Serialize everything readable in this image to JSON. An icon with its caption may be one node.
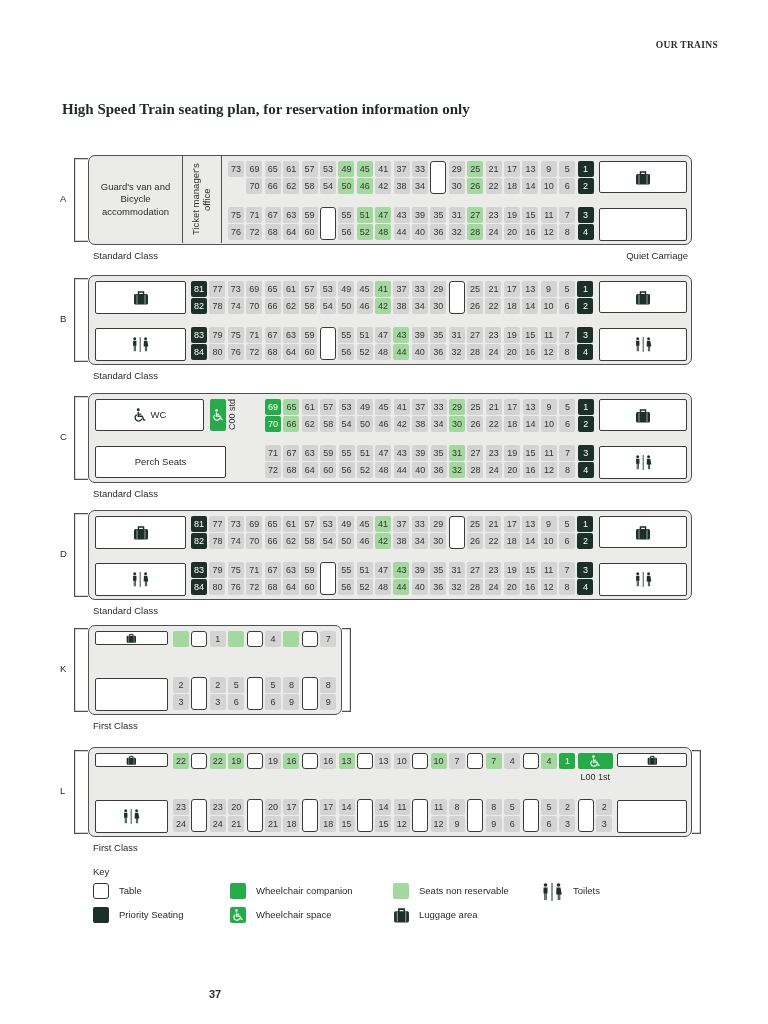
{
  "diagram": {
    "title": "High Speed Train seating plan, for reservation information only",
    "nodes": [
      {
        "text": [],
        "shape": "box",
        "beside": [
          "A",
          "Standard Class",
          "Quiet Carriage"
        ]
      },
      {
        "text": [
          "Guard's van and Bicycle accommodation"
        ],
        "in": 0
      },
      {
        "text": [
          "Ticket manager's office"
        ],
        "in": 0
      },
      {
        "text": [
          "73"
        ],
        "in": 0
      },
      {
        "text": [
          "69"
        ],
        "in": 0
      },
      {
        "text": [
          "65"
        ],
        "in": 0
      },
      {
        "text": [
          "61"
        ],
        "in": 0
      },
      {
        "text": [
          "57"
        ],
        "in": 0
      },
      {
        "text": [
          "53"
        ],
        "in": 0
      },
      {
        "text": [
          "49"
        ],
        "in": 0
      },
      {
        "text": [
          "45"
        ],
        "in": 0
      },
      {
        "text": [
          "41"
        ],
        "in": 0
      },
      {
        "text": [
          "37"
        ],
        "in": 0
      },
      {
        "text": [
          "33"
        ],
        "in": 0
      },
      {
        "text": [],
        "shape": "box",
        "in": 0
      },
      {
        "text": [
          "29"
        ],
        "in": 0
      },
      {
        "text": [
          "25"
        ],
        "in": 0
      },
      {
        "text": [
          "21"
        ],
        "in": 0
      },
      {
        "text": [
          "17"
        ],
        "in": 0
      },
      {
        "text": [
          "13"
        ],
        "in": 0
      },
      {
        "text": [
          "9"
        ],
        "in": 0
      },
      {
        "text": [
          "5"
        ],
        "in": 0
      },
      {
        "text": [
          "1"
        ],
        "in": 0
      },
      {
        "text": [
          "70"
        ],
        "in": 0
      },
      {
        "text": [
          "66"
        ],
        "in": 0
      },
      {
        "text": [
          "62"
        ],
        "in": 0
      },
      {
        "text": [
          "58"
        ],
        "in": 0
      },
      {
        "text": [
          "54"
        ],
        "in": 0
      },
      {
        "text": [
          "50"
        ],
        "in": 0
      },
      {
        "text": [
          "46"
        ],
        "in": 0
      },
      {
        "text": [
          "42"
        ],
        "in": 0
      },
      {
        "text": [
          "38"
        ],
        "in": 0
      },
      {
        "text": [
          "34"
        ],
        "in": 0
      },
      {
        "text": [
          "30"
        ],
        "in": 0
      },
      {
        "text": [
          "26"
        ],
        "in": 0
      },
      {
        "text": [
          "22"
        ],
        "in": 0
      },
      {
        "text": [
          "18"
        ],
        "in": 0
      },
      {
        "text": [
          "14"
        ],
        "in": 0
      },
      {
        "text": [
          "10"
        ],
        "in": 0
      },
      {
        "text": [
          "6"
        ],
        "in": 0
      },
      {
        "text": [
          "2"
        ],
        "in": 0
      },
      {
        "text": [
          "75"
        ],
        "in": 0
      },
      {
        "text": [
          "71"
        ],
        "in": 0
      },
      {
        "text": [
          "67"
        ],
        "in": 0
      },
      {
        "text": [
          "63"
        ],
        "in": 0
      },
      {
        "text": [
          "59"
        ],
        "in": 0
      },
      {
        "text": [],
        "shape": "box",
        "in": 0
      },
      {
        "text": [
          "55"
        ],
        "in": 0
      },
      {
        "text": [
          "51"
        ],
        "in": 0
      },
      {
        "text": [
          "47"
        ],
        "in": 0
      },
      {
        "text": [
          "43"
        ],
        "in": 0
      },
      {
        "text": [
          "39"
        ],
        "in": 0
      },
      {
        "text": [
          "35"
        ],
        "in": 0
      },
      {
        "text": [
          "31"
        ],
        "in": 0
      },
      {
        "text": [
          "27"
        ],
        "in": 0
      },
      {
        "text": [
          "23"
        ],
        "in": 0
      },
      {
        "text": [
          "19"
        ],
        "in": 0
      },
      {
        "text": [
          "15"
        ],
        "in": 0
      },
      {
        "text": [
          "11"
        ],
        "in": 0
      },
      {
        "text": [
          "7"
        ],
        "in": 0
      },
      {
        "text": [
          "3"
        ],
        "in": 0
      },
      {
        "text": [
          "76"
        ],
        "in": 0
      },
      {
        "text": [
          "72"
        ],
        "in": 0
      },
      {
        "text": [
          "68"
        ],
        "in": 0
      },
      {
        "text": [
          "64"
        ],
        "in": 0
      },
      {
        "text": [
          "60"
        ],
        "in": 0
      },
      {
        "text": [
          "56"
        ],
        "in": 0
      },
      {
        "text": [
          "52"
        ],
        "in": 0
      },
      {
        "text": [
          "48"
        ],
        "in": 0
      },
      {
        "text": [
          "44"
        ],
        "in": 0
      },
      {
        "text": [
          "40"
        ],
        "in": 0
      },
      {
        "text": [
          "36"
        ],
        "in": 0
      },
      {
        "text": [
          "32"
        ],
        "in": 0
      },
      {
        "text": [
          "28"
        ],
        "in": 0
      },
      {
        "text": [
          "24"
        ],
        "in": 0
      },
      {
        "text": [
          "20"
        ],
        "in": 0
      },
      {
        "text": [
          "16"
        ],
        "in": 0
      },
      {
        "text": [
          "12"
        ],
        "in": 0
      },
      {
        "text": [
          "8"
        ],
        "in": 0
      },
      {
        "text": [
          "4"
        ],
        "in": 0
      },
      {
        "text": [],
        "shape": "box",
        "in": 0
      },
      {
        "text": [],
        "shape": "box",
        "in": 0
      },
      {
        "text": [],
        "shape": "box",
        "beside": [
          "B",
          "Standard Class"
        ]
      },
      {
        "text": [],
        "shape": "box",
        "in": 82
      },
      {
        "text": [],
        "shape": "box",
        "in": 82
      },
      {
        "text": [
          "81"
        ],
        "in": 82
      },
      {
        "text": [
          "77"
        ],
        "in": 82
      },
      {
        "text": [
          "73"
        ],
        "in": 82
      },
      {
        "text": [
          "69"
        ],
        "in": 82
      },
      {
        "text": [
          "65"
        ],
        "in": 82
      },
      {
        "text": [
          "61"
        ],
        "in": 82
      },
      {
        "text": [
          "57"
        ],
        "in": 82
      },
      {
        "text": [
          "53"
        ],
        "in": 82
      },
      {
        "text": [
          "49"
        ],
        "in": 82
      },
      {
        "text": [
          "45"
        ],
        "in": 82
      },
      {
        "text": [
          "41"
        ],
        "in": 82
      },
      {
        "text": [
          "37"
        ],
        "in": 82
      },
      {
        "text": [
          "33"
        ],
        "in": 82
      },
      {
        "text": [
          "29"
        ],
        "in": 82
      },
      {
        "text": [],
        "shape": "box",
        "in": 82
      },
      {
        "text": [
          "25"
        ],
        "in": 82
      },
      {
        "text": [
          "21"
        ],
        "in": 82
      },
      {
        "text": [
          "17"
        ],
        "in": 82
      },
      {
        "text": [
          "13"
        ],
        "in": 82
      },
      {
        "text": [
          "9"
        ],
        "in": 82
      },
      {
        "text": [
          "5"
        ],
        "in": 82
      },
      {
        "text": [
          "1"
        ],
        "in": 82
      },
      {
        "text": [
          "82"
        ],
        "in": 82
      },
      {
        "text": [
          "78"
        ],
        "in": 82
      },
      {
        "text": [
          "74"
        ],
        "in": 82
      },
      {
        "text": [
          "70"
        ],
        "in": 82
      },
      {
        "text": [
          "66"
        ],
        "in": 82
      },
      {
        "text": [
          "62"
        ],
        "in": 82
      },
      {
        "text": [
          "58"
        ],
        "in": 82
      },
      {
        "text": [
          "54"
        ],
        "in": 82
      },
      {
        "text": [
          "50"
        ],
        "in": 82
      },
      {
        "text": [
          "46"
        ],
        "in": 82
      },
      {
        "text": [
          "42"
        ],
        "in": 82
      },
      {
        "text": [
          "38"
        ],
        "in": 82
      },
      {
        "text": [
          "34"
        ],
        "in": 82
      },
      {
        "text": [
          "30"
        ],
        "in": 82
      },
      {
        "text": [
          "26"
        ],
        "in": 82
      },
      {
        "text": [
          "22"
        ],
        "in": 82
      },
      {
        "text": [
          "18"
        ],
        "in": 82
      },
      {
        "text": [
          "14"
        ],
        "in": 82
      },
      {
        "text": [
          "10"
        ],
        "in": 82
      },
      {
        "text": [
          "6"
        ],
        "in": 82
      },
      {
        "text": [
          "2"
        ],
        "in": 82
      },
      {
        "text": [
          "83"
        ],
        "in": 82
      },
      {
        "text": [
          "79"
        ],
        "in": 82
      },
      {
        "text": [
          "75"
        ],
        "in": 82
      },
      {
        "text": [
          "71"
        ],
        "in": 82
      },
      {
        "text": [
          "67"
        ],
        "in": 82
      },
      {
        "text": [
          "63"
        ],
        "in": 82
      },
      {
        "text": [
          "59"
        ],
        "in": 82
      },
      {
        "text": [],
        "shape": "box",
        "in": 82
      },
      {
        "text": [
          "55"
        ],
        "in": 82
      },
      {
        "text": [
          "51"
        ],
        "in": 82
      },
      {
        "text": [
          "47"
        ],
        "in": 82
      },
      {
        "text": [
          "43"
        ],
        "in": 82
      },
      {
        "text": [
          "39"
        ],
        "in": 82
      },
      {
        "text": [
          "35"
        ],
        "in": 82
      },
      {
        "text": [
          "31"
        ],
        "in": 82
      },
      {
        "text": [
          "27"
        ],
        "in": 82
      },
      {
        "text": [
          "23"
        ],
        "in": 82
      },
      {
        "text": [
          "19"
        ],
        "in": 82
      },
      {
        "text": [
          "15"
        ],
        "in": 82
      },
      {
        "text": [
          "11"
        ],
        "in": 82
      },
      {
        "text": [
          "7"
        ],
        "in": 82
      },
      {
        "text": [
          "3"
        ],
        "in": 82
      },
      {
        "text": [
          "84"
        ],
        "in": 82
      },
      {
        "text": [
          "80"
        ],
        "in": 82
      },
      {
        "text": [
          "76"
        ],
        "in": 82
      },
      {
        "text": [
          "72"
        ],
        "in": 82
      },
      {
        "text": [
          "68"
        ],
        "in": 82
      },
      {
        "text": [
          "64"
        ],
        "in": 82
      },
      {
        "text": [
          "60"
        ],
        "in": 82
      },
      {
        "text": [
          "56"
        ],
        "in": 82
      },
      {
        "text": [
          "52"
        ],
        "in": 82
      },
      {
        "text": [
          "48"
        ],
        "in": 82
      },
      {
        "text": [
          "44"
        ],
        "in": 82
      },
      {
        "text": [
          "40"
        ],
        "in": 82
      },
      {
        "text": [
          "36"
        ],
        "in": 82
      },
      {
        "text": [
          "32"
        ],
        "in": 82
      },
      {
        "text": [
          "28"
        ],
        "in": 82
      },
      {
        "text": [
          "24"
        ],
        "in": 82
      },
      {
        "text": [
          "20"
        ],
        "in": 82
      },
      {
        "text": [
          "16"
        ],
        "in": 82
      },
      {
        "text": [
          "12"
        ],
        "in": 82
      },
      {
        "text": [
          "8"
        ],
        "in": 82
      },
      {
        "text": [
          "4"
        ],
        "in": 82
      },
      {
        "text": [],
        "shape": "box",
        "in": 82
      },
      {
        "text": [],
        "shape": "box",
        "in": 82
      },
      {
        "text": [],
        "shape": "box",
        "beside": [
          "C",
          "Standard Class"
        ]
      },
      {
        "text": [
          "WC"
        ],
        "in": 173
      },
      {
        "text": [
          "Perch Seats"
        ],
        "in": 173
      },
      {
        "text": [],
        "shape": "box",
        "in": 173,
        "beside": [
          "C00 std"
        ]
      },
      {
        "text": [
          "69"
        ],
        "in": 173
      },
      {
        "text": [
          "65"
        ],
        "in": 173
      },
      {
        "text": [
          "61"
        ],
        "in": 173
      },
      {
        "text": [
          "57"
        ],
        "in": 173
      },
      {
        "text": [
          "53"
        ],
        "in": 173
      },
      {
        "text": [
          "49"
        ],
        "in": 173
      },
      {
        "text": [
          "45"
        ],
        "in": 173
      },
      {
        "text": [
          "41"
        ],
        "in": 173
      },
      {
        "text": [
          "37"
        ],
        "in": 173
      },
      {
        "text": [
          "33"
        ],
        "in": 173
      },
      {
        "text": [
          "29"
        ],
        "in": 173
      },
      {
        "text": [
          "25"
        ],
        "in": 173
      },
      {
        "text": [
          "21"
        ],
        "in": 173
      },
      {
        "text": [
          "17"
        ],
        "in": 173
      },
      {
        "text": [
          "13"
        ],
        "in": 173
      },
      {
        "text": [
          "9"
        ],
        "in": 173
      },
      {
        "text": [
          "5"
        ],
        "in": 173
      },
      {
        "text": [
          "1"
        ],
        "in": 173
      },
      {
        "text": [
          "70"
        ],
        "in": 173
      },
      {
        "text": [
          "66"
        ],
        "in": 173
      },
      {
        "text": [
          "62"
        ],
        "in": 173
      },
      {
        "text": [
          "58"
        ],
        "in": 173
      },
      {
        "text": [
          "54"
        ],
        "in": 173
      },
      {
        "text": [
          "50"
        ],
        "in": 173
      },
      {
        "text": [
          "46"
        ],
        "in": 173
      },
      {
        "text": [
          "42"
        ],
        "in": 173
      },
      {
        "text": [
          "38"
        ],
        "in": 173
      },
      {
        "text": [
          "34"
        ],
        "in": 173
      },
      {
        "text": [
          "30"
        ],
        "in": 173
      },
      {
        "text": [
          "26"
        ],
        "in": 173
      },
      {
        "text": [
          "22"
        ],
        "in": 173
      },
      {
        "text": [
          "18"
        ],
        "in": 173
      },
      {
        "text": [
          "14"
        ],
        "in": 173
      },
      {
        "text": [
          "10"
        ],
        "in": 173
      },
      {
        "text": [
          "6"
        ],
        "in": 173
      },
      {
        "text": [
          "2"
        ],
        "in": 173
      },
      {
        "text": [
          "71"
        ],
        "in": 173
      },
      {
        "text": [
          "67"
        ],
        "in": 173
      },
      {
        "text": [
          "63"
        ],
        "in": 173
      },
      {
        "text": [
          "59"
        ],
        "in": 173
      },
      {
        "text": [
          "55"
        ],
        "in": 173
      },
      {
        "text": [
          "51"
        ],
        "in": 173
      },
      {
        "text": [
          "47"
        ],
        "in": 173
      },
      {
        "text": [
          "43"
        ],
        "in": 173
      },
      {
        "text": [
          "39"
        ],
        "in": 173
      },
      {
        "text": [
          "35"
        ],
        "in": 173
      },
      {
        "text": [
          "31"
        ],
        "in": 173
      },
      {
        "text": [
          "27"
        ],
        "in": 173
      },
      {
        "text": [
          "23"
        ],
        "in": 173
      },
      {
        "text": [
          "19"
        ],
        "in": 173
      },
      {
        "text": [
          "15"
        ],
        "in": 173
      },
      {
        "text": [
          "11"
        ],
        "in": 173
      },
      {
        "text": [
          "7"
        ],
        "in": 173
      },
      {
        "text": [
          "3"
        ],
        "in": 173
      },
      {
        "text": [
          "72"
        ],
        "in": 173
      },
      {
        "text": [
          "68"
        ],
        "in": 173
      },
      {
        "text": [
          "64"
        ],
        "in": 173
      },
      {
        "text": [
          "60"
        ],
        "in": 173
      },
      {
        "text": [
          "56"
        ],
        "in": 173
      },
      {
        "text": [
          "52"
        ],
        "in": 173
      },
      {
        "text": [
          "48"
        ],
        "in": 173
      },
      {
        "text": [
          "44"
        ],
        "in": 173
      },
      {
        "text": [
          "40"
        ],
        "in": 173
      },
      {
        "text": [
          "36"
        ],
        "in": 173
      },
      {
        "text": [
          "32"
        ],
        "in": 173
      },
      {
        "text": [
          "28"
        ],
        "in": 173
      },
      {
        "text": [
          "24"
        ],
        "in": 173
      },
      {
        "text": [
          "20"
        ],
        "in": 173
      },
      {
        "text": [
          "16"
        ],
        "in": 173
      },
      {
        "text": [
          "12"
        ],
        "in": 173
      },
      {
        "text": [
          "8"
        ],
        "in": 173
      },
      {
        "text": [
          "4"
        ],
        "in": 173
      },
      {
        "text": [],
        "shape": "box",
        "in": 173
      },
      {
        "text": [],
        "shape": "box",
        "in": 173
      },
      {
        "text": [],
        "shape": "box",
        "beside": [
          "D",
          "Standard Class"
        ]
      },
      {
        "text": [],
        "shape": "box",
        "in": 251
      },
      {
        "text": [],
        "shape": "box",
        "in": 251
      },
      {
        "text": [
          "81"
        ],
        "in": 251
      },
      {
        "text": [
          "77"
        ],
        "in": 251
      },
      {
        "text": [
          "73"
        ],
        "in": 251
      },
      {
        "text": [
          "69"
        ],
        "in": 251
      },
      {
        "text": [
          "65"
        ],
        "in": 251
      },
      {
        "text": [
          "61"
        ],
        "in": 251
      },
      {
        "text": [
          "57"
        ],
        "in": 251
      },
      {
        "text": [
          "53"
        ],
        "in": 251
      },
      {
        "text": [
          "49"
        ],
        "in": 251
      },
      {
        "text": [
          "45"
        ],
        "in": 251
      },
      {
        "text": [
          "41"
        ],
        "in": 251
      },
      {
        "text": [
          "37"
        ],
        "in": 251
      },
      {
        "text": [
          "33"
        ],
        "in": 251
      },
      {
        "text": [
          "29"
        ],
        "in": 251
      },
      {
        "text": [],
        "shape": "box",
        "in": 251
      },
      {
        "text": [
          "25"
        ],
        "in": 251
      },
      {
        "text": [
          "21"
        ],
        "in": 251
      },
      {
        "text": [
          "17"
        ],
        "in": 251
      },
      {
        "text": [
          "13"
        ],
        "in": 251
      },
      {
        "text": [
          "9"
        ],
        "in": 251
      },
      {
        "text": [
          "5"
        ],
        "in": 251
      },
      {
        "text": [
          "1"
        ],
        "in": 251
      },
      {
        "text": [
          "82"
        ],
        "in": 251
      },
      {
        "text": [
          "78"
        ],
        "in": 251
      },
      {
        "text": [
          "74"
        ],
        "in": 251
      },
      {
        "text": [
          "70"
        ],
        "in": 251
      },
      {
        "text": [
          "66"
        ],
        "in": 251
      },
      {
        "text": [
          "62"
        ],
        "in": 251
      },
      {
        "text": [
          "58"
        ],
        "in": 251
      },
      {
        "text": [
          "54"
        ],
        "in": 251
      },
      {
        "text": [
          "50"
        ],
        "in": 251
      },
      {
        "text": [
          "46"
        ],
        "in": 251
      },
      {
        "text": [
          "42"
        ],
        "in": 251
      },
      {
        "text": [
          "38"
        ],
        "in": 251
      },
      {
        "text": [
          "34"
        ],
        "in": 251
      },
      {
        "text": [
          "30"
        ],
        "in": 251
      },
      {
        "text": [
          "26"
        ],
        "in": 251
      },
      {
        "text": [
          "22"
        ],
        "in": 251
      },
      {
        "text": [
          "18"
        ],
        "in": 251
      },
      {
        "text": [
          "14"
        ],
        "in": 251
      },
      {
        "text": [
          "10"
        ],
        "in": 251
      },
      {
        "text": [
          "6"
        ],
        "in": 251
      },
      {
        "text": [
          "2"
        ],
        "in": 251
      },
      {
        "text": [
          "83"
        ],
        "in": 251
      },
      {
        "text": [
          "79"
        ],
        "in": 251
      },
      {
        "text": [
          "75"
        ],
        "in": 251
      },
      {
        "text": [
          "71"
        ],
        "in": 251
      },
      {
        "text": [
          "67"
        ],
        "in": 251
      },
      {
        "text": [
          "63"
        ],
        "in": 251
      },
      {
        "text": [
          "59"
        ],
        "in": 251
      },
      {
        "text": [],
        "shape": "box",
        "in": 251
      },
      {
        "text": [
          "55"
        ],
        "in": 251
      },
      {
        "text": [
          "51"
        ],
        "in": 251
      },
      {
        "text": [
          "47"
        ],
        "in": 251
      },
      {
        "text": [
          "43"
        ],
        "in": 251
      },
      {
        "text": [
          "39"
        ],
        "in": 251
      },
      {
        "text": [
          "35"
        ],
        "in": 251
      },
      {
        "text": [
          "31"
        ],
        "in": 251
      },
      {
        "text": [
          "27"
        ],
        "in": 251
      },
      {
        "text": [
          "23"
        ],
        "in": 251
      },
      {
        "text": [
          "19"
        ],
        "in": 251
      },
      {
        "text": [
          "15"
        ],
        "in": 251
      },
      {
        "text": [
          "11"
        ],
        "in": 251
      },
      {
        "text": [
          "7"
        ],
        "in": 251
      },
      {
        "text": [
          "3"
        ],
        "in": 251
      },
      {
        "text": [
          "84"
        ],
        "in": 251
      },
      {
        "text": [
          "80"
        ],
        "in": 251
      },
      {
        "text": [
          "76"
        ],
        "in": 251
      },
      {
        "text": [
          "72"
        ],
        "in": 251
      },
      {
        "text": [
          "68"
        ],
        "in": 251
      },
      {
        "text": [
          "64"
        ],
        "in": 251
      },
      {
        "text": [
          "60"
        ],
        "in": 251
      },
      {
        "text": [
          "56"
        ],
        "in": 251
      },
      {
        "text": [
          "52"
        ],
        "in": 251
      },
      {
        "text": [
          "48"
        ],
        "in": 251
      },
      {
        "text": [
          "44"
        ],
        "in": 251
      },
      {
        "text": [
          "40"
        ],
        "in": 251
      },
      {
        "text": [
          "36"
        ],
        "in": 251
      },
      {
        "text": [
          "32"
        ],
        "in": 251
      },
      {
        "text": [
          "28"
        ],
        "in": 251
      },
      {
        "text": [
          "24"
        ],
        "in": 251
      },
      {
        "text": [
          "20"
        ],
        "in": 251
      },
      {
        "text": [
          "16"
        ],
        "in": 251
      },
      {
        "text": [
          "12"
        ],
        "in": 251
      },
      {
        "text": [
          "8"
        ],
        "in": 251
      },
      {
        "text": [
          "4"
        ],
        "in": 251
      },
      {
        "text": [],
        "shape": "box",
        "in": 251
      },
      {
        "text": [],
        "shape": "box",
        "in": 251
      },
      {
        "text": [],
        "shape": "box",
        "beside": [
          "K",
          "First Class"
        ]
      },
      {
        "text": [],
        "shape": "box",
        "in": 342
      },
      {
        "text": [],
        "shape": "box",
        "in": 342
      },
      {
        "text": [],
        "shape": "box",
        "in": 342
      },
      {
        "text": [],
        "shape": "box",
        "in": 342
      },
      {
        "text": [
          "1"
        ],
        "in": 342
      },
      {
        "text": [],
        "shape": "box",
        "in": 342
      },
      {
        "text": [],
        "shape": "box",
        "in": 342
      },
      {
        "text": [
          "4"
        ],
        "in": 342
      },
      {
        "text": [],
        "shape": "box",
        "in": 342
      },
      {
        "text": [],
        "shape": "box",
        "in": 342
      },
      {
        "text": [
          "7"
        ],
        "in": 342
      },
      {
        "text": [
          "2"
        ],
        "in": 342
      },
      {
        "text": [],
        "shape": "box",
        "in": 342
      },
      {
        "text": [
          "2"
        ],
        "in": 342
      },
      {
        "text": [
          "5"
        ],
        "in": 342
      },
      {
        "text": [],
        "shape": "box",
        "in": 342
      },
      {
        "text": [
          "5"
        ],
        "in": 342
      },
      {
        "text": [
          "8"
        ],
        "in": 342
      },
      {
        "text": [],
        "shape": "box",
        "in": 342
      },
      {
        "text": [
          "8"
        ],
        "in": 342
      },
      {
        "text": [
          "3"
        ],
        "in": 342
      },
      {
        "text": [
          "3"
        ],
        "in": 342
      },
      {
        "text": [
          "6"
        ],
        "in": 342
      },
      {
        "text": [
          "6"
        ],
        "in": 342
      },
      {
        "text": [
          "9"
        ],
        "in": 342
      },
      {
        "text": [
          "9"
        ],
        "in": 342
      },
      {
        "text": [],
        "shape": "box",
        "beside": [
          "L",
          "First Class"
        ]
      },
      {
        "text": [],
        "shape": "box",
        "in": 369
      },
      {
        "text": [],
        "shape": "box",
        "in": 369
      },
      {
        "text": [
          "22"
        ],
        "in": 369
      },
      {
        "text": [],
        "shape": "box",
        "in": 369
      },
      {
        "text": [
          "22"
        ],
        "in": 369
      },
      {
        "text": [
          "19"
        ],
        "in": 369
      },
      {
        "text": [],
        "shape": "box",
        "in": 369
      },
      {
        "text": [
          "19"
        ],
        "in": 369
      },
      {
        "text": [
          "16"
        ],
        "in": 369
      },
      {
        "text": [],
        "shape": "box",
        "in": 369
      },
      {
        "text": [
          "16"
        ],
        "in": 369
      },
      {
        "text": [
          "13"
        ],
        "in": 369
      },
      {
        "text": [],
        "shape": "box",
        "in": 369
      },
      {
        "text": [
          "13"
        ],
        "in": 369
      },
      {
        "text": [
          "10"
        ],
        "in": 369
      },
      {
        "text": [],
        "shape": "box",
        "in": 369
      },
      {
        "text": [
          "10"
        ],
        "in": 369
      },
      {
        "text": [
          "7"
        ],
        "in": 369
      },
      {
        "text": [],
        "shape": "box",
        "in": 369
      },
      {
        "text": [
          "7"
        ],
        "in": 369
      },
      {
        "text": [
          "4"
        ],
        "in": 369
      },
      {
        "text": [],
        "shape": "box",
        "in": 369
      },
      {
        "text": [
          "4"
        ],
        "in": 369
      },
      {
        "text": [
          "1"
        ],
        "in": 369
      },
      {
        "text": [],
        "shape": "box",
        "in": 369,
        "beside": [
          "L00 1st"
        ]
      },
      {
        "text": [
          "23"
        ],
        "in": 369
      },
      {
        "text": [],
        "shape": "box",
        "in": 369
      },
      {
        "text": [
          "23"
        ],
        "in": 369
      },
      {
        "text": [
          "20"
        ],
        "in": 369
      },
      {
        "text": [],
        "shape": "box",
        "in": 369
      },
      {
        "text": [
          "20"
        ],
        "in": 369
      },
      {
        "text": [
          "17"
        ],
        "in": 369
      },
      {
        "text": [],
        "shape": "box",
        "in": 369
      },
      {
        "text": [
          "17"
        ],
        "in": 369
      },
      {
        "text": [
          "14"
        ],
        "in": 369
      },
      {
        "text": [],
        "shape": "box",
        "in": 369
      },
      {
        "text": [
          "14"
        ],
        "in": 369
      },
      {
        "text": [
          "11"
        ],
        "in": 369
      },
      {
        "text": [],
        "shape": "box",
        "in": 369
      },
      {
        "text": [
          "11"
        ],
        "in": 369
      },
      {
        "text": [
          "8"
        ],
        "in": 369
      },
      {
        "text": [],
        "shape": "box",
        "in": 369
      },
      {
        "text": [
          "8"
        ],
        "in": 369
      },
      {
        "text": [
          "5"
        ],
        "in": 369
      },
      {
        "text": [],
        "shape": "box",
        "in": 369
      },
      {
        "text": [
          "5"
        ],
        "in": 369
      },
      {
        "text": [
          "2"
        ],
        "in": 369
      },
      {
        "text": [],
        "shape": "box",
        "in": 369
      },
      {
        "text": [
          "2"
        ],
        "in": 369
      },
      {
        "text": [
          "24"
        ],
        "in": 369
      },
      {
        "text": [
          "24"
        ],
        "in": 369
      },
      {
        "text": [
          "21"
        ],
        "in": 369
      },
      {
        "text": [
          "21"
        ],
        "in": 369
      },
      {
        "text": [
          "18"
        ],
        "in": 369
      },
      {
        "text": [
          "18"
        ],
        "in": 369
      },
      {
        "text": [
          "15"
        ],
        "in": 369
      },
      {
        "text": [
          "15"
        ],
        "in": 369
      },
      {
        "text": [
          "12"
        ],
        "in": 369
      },
      {
        "text": [
          "12"
        ],
        "in": 369
      },
      {
        "text": [
          "9"
        ],
        "in": 369
      },
      {
        "text": [
          "9"
        ],
        "in": 369
      },
      {
        "text": [
          "6"
        ],
        "in": 369
      },
      {
        "text": [
          "6"
        ],
        "in": 369
      },
      {
        "text": [
          "3"
        ],
        "in": 369
      },
      {
        "text": [
          "3"
        ],
        "in": 369
      },
      {
        "text": [],
        "shape": "box",
        "in": 369
      },
      {
        "text": [],
        "shape": "box",
        "in": 369
      }
    ],
    "labels": [
      "OUR TRAINS",
      "Key",
      "37"
    ],
    "legend": [
      {
        "text": "Table"
      },
      {
        "text": "Wheelchair companion",
        "color": "#27ab4a"
      },
      {
        "text": "Seats non reservable",
        "color": "#a5d8a1"
      },
      {
        "text": "Toilets"
      },
      {
        "text": "Priority Seating",
        "color": "#1c2f28"
      },
      {
        "text": "Wheelchair space"
      },
      {
        "text": "Luggage area"
      }
    ]
  }
}
